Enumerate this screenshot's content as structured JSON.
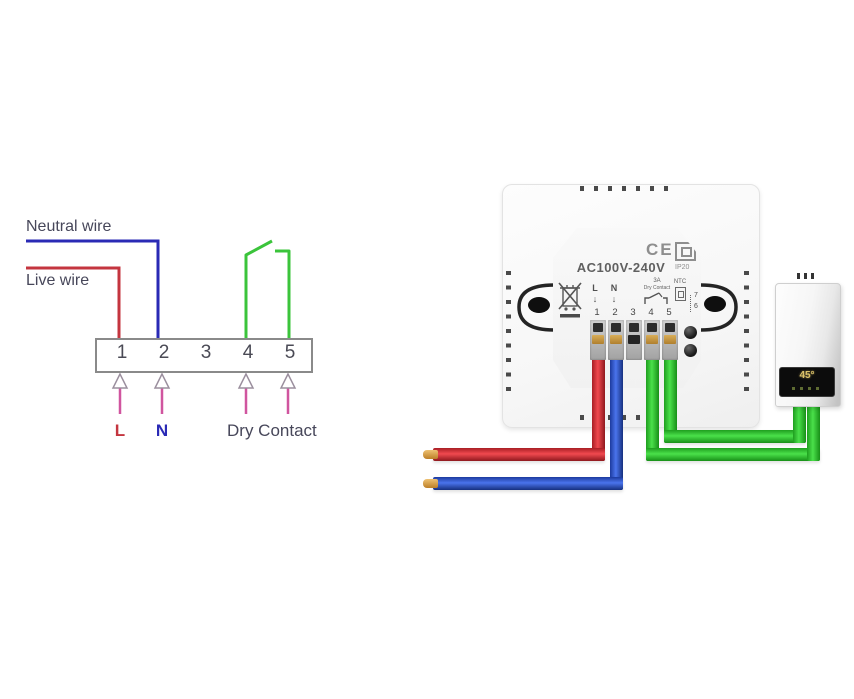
{
  "left_diagram": {
    "neutral_wire_label": "Neutral wire",
    "live_wire_label": "Live wire",
    "terminal_numbers": [
      "1",
      "2",
      "3",
      "4",
      "5"
    ],
    "terminal_l_label": "L",
    "terminal_n_label": "N",
    "dry_contact_label": "Dry Contact"
  },
  "thermostat_back": {
    "voltage_rating": "AC100V-240V",
    "ce_mark": "CE",
    "ip_rating": "IP20",
    "live_label": "L",
    "neutral_label": "N",
    "relay_rating": "3A",
    "dry_contact_label": "Dry Contact",
    "ntc_label": "NTC",
    "terminal_numbers": [
      "1",
      "2",
      "3",
      "4",
      "5"
    ],
    "ntc_terminal_top": "7",
    "ntc_terminal_bottom": "6"
  },
  "boiler": {
    "display_temperature": "45°"
  },
  "icons": {
    "down_arrow": "↓"
  },
  "colors": {
    "live_wire": "#c4353f",
    "neutral_wire": "#2a2ab5",
    "dry_contact_wire": "#3bc43b",
    "arrow_pink": "#d0559f",
    "photo_red_wire": "#e03038",
    "photo_blue_wire": "#2f55cd",
    "photo_green_wire": "#3bd23b",
    "copper": "#d29a44",
    "display_amber": "#dcc269"
  }
}
